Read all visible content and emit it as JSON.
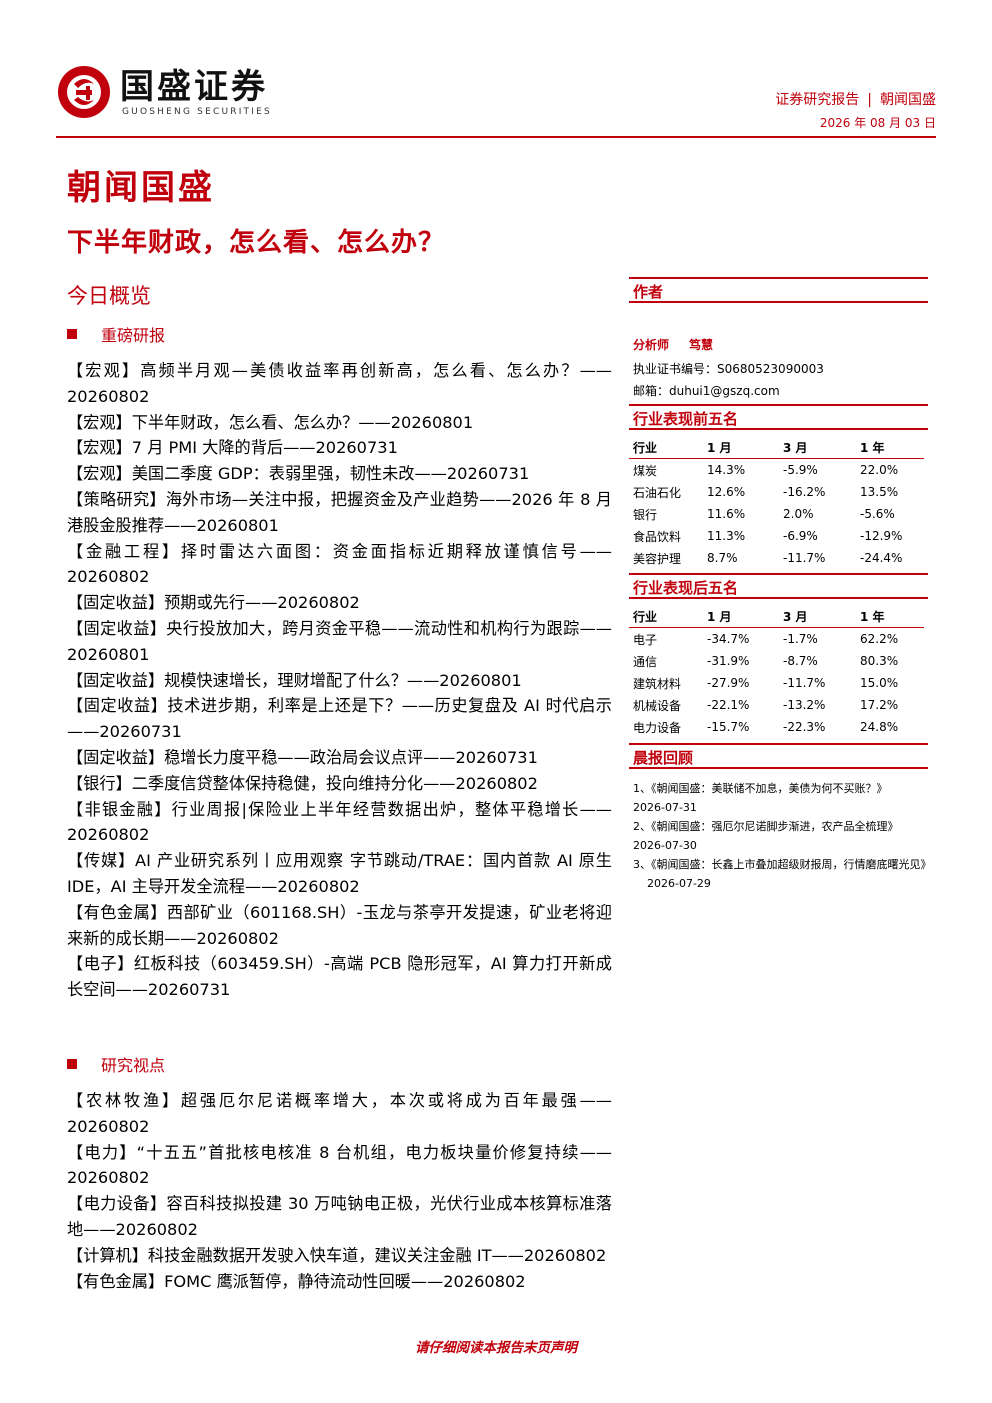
{
  "header": {
    "brand_name": "国盛证券",
    "brand_sub": "GUOSHENG SECURITIES",
    "report_type": "证券研究报告",
    "separator": "|",
    "series": "朝闻国盛",
    "date": "2026 年 08 月 03 日",
    "accent_color": "#c0000c"
  },
  "series_title": "朝闻国盛",
  "main_title": "下半年财政，怎么看、怎么办？",
  "overview_title": "今日概览",
  "key_reports": {
    "heading": "重磅研报",
    "items": [
      "【宏观】高频半月观—美债收益率再创新高，怎么看、怎么办？——20260802",
      "【宏观】下半年财政，怎么看、怎么办？——20260801",
      "【宏观】7 月 PMI 大降的背后——20260731",
      "【宏观】美国二季度 GDP：表弱里强，韧性未改——20260731",
      "【策略研究】海外市场—关注中报，把握资金及产业趋势——2026 年 8 月港股金股推荐——20260801",
      "【金融工程】择时雷达六面图：资金面指标近期释放谨慎信号——20260802",
      "【固定收益】预期或先行——20260802",
      "【固定收益】央行投放加大，跨月资金平稳——流动性和机构行为跟踪——20260801",
      "【固定收益】规模快速增长，理财增配了什么？——20260801",
      "【固定收益】技术进步期，利率是上还是下？——历史复盘及 AI 时代启示——20260731",
      "【固定收益】稳增长力度平稳——政治局会议点评——20260731",
      "【银行】二季度信贷整体保持稳健，投向维持分化——20260802",
      "【非银金融】行业周报|保险业上半年经营数据出炉，整体平稳增长——20260802",
      "【传媒】AI 产业研究系列丨应用观察 字节跳动/TRAE：国内首款 AI 原生 IDE，AI 主导开发全流程——20260802",
      "【有色金属】西部矿业（601168.SH）-玉龙与茶亭开发提速，矿业老将迎来新的成长期——20260802",
      "【电子】红板科技（603459.SH）-高端 PCB 隐形冠军，AI 算力打开新成长空间——20260731"
    ]
  },
  "research_views": {
    "heading": "研究视点",
    "items": [
      "【农林牧渔】超强厄尔尼诺概率增大，本次或将成为百年最强——20260802",
      "【电力】“十五五”首批核电核准 8 台机组，电力板块量价修复持续——20260802",
      "【电力设备】容百科技拟投建 30 万吨钠电正极，光伏行业成本核算标准落地——20260802",
      "【计算机】科技金融数据开发驶入快车道，建议关注金融 IT——20260802",
      "【有色金属】FOMC 鹰派暂停，静待流动性回暖——20260802"
    ]
  },
  "author": {
    "heading": "作者",
    "role": "分析师",
    "name": "笃慧",
    "cert": "执业证书编号：S0680523090003",
    "email": "邮箱：duhui1@gszq.com"
  },
  "top5": {
    "heading": "行业表现前五名",
    "columns": [
      "行业",
      "1 月",
      "3 月",
      "1 年"
    ],
    "rows": [
      [
        "煤炭",
        "14.3%",
        "-5.9%",
        "22.0%"
      ],
      [
        "石油石化",
        "12.6%",
        "-16.2%",
        "13.5%"
      ],
      [
        "银行",
        "11.6%",
        "2.0%",
        "-5.6%"
      ],
      [
        "食品饮料",
        "11.3%",
        "-6.9%",
        "-12.9%"
      ],
      [
        "美容护理",
        "8.7%",
        "-11.7%",
        "-24.4%"
      ]
    ]
  },
  "bottom5": {
    "heading": "行业表现后五名",
    "columns": [
      "行业",
      "1 月",
      "3 月",
      "1 年"
    ],
    "rows": [
      [
        "电子",
        "-34.7%",
        "-1.7%",
        "62.2%"
      ],
      [
        "通信",
        "-31.9%",
        "-8.7%",
        "80.3%"
      ],
      [
        "建筑材料",
        "-27.9%",
        "-11.7%",
        "15.0%"
      ],
      [
        "机械设备",
        "-22.1%",
        "-13.2%",
        "17.2%"
      ],
      [
        "电力设备",
        "-15.7%",
        "-22.3%",
        "24.8%"
      ]
    ]
  },
  "morning_review": {
    "heading": "晨报回顾",
    "items": [
      {
        "title": "1、《朝闻国盛：美联储不加息，美债为何不买账？》",
        "date": "2026-07-31"
      },
      {
        "title": "2、《朝闻国盛：强厄尔尼诺脚步渐进，农产品全梳理》",
        "date": "2026-07-30"
      },
      {
        "title": "3、《朝闻国盛：长鑫上市叠加超级财报周，行情磨底曙光见》",
        "date": "2026-07-29"
      }
    ]
  },
  "footer": "请仔细阅读本报告末页声明"
}
